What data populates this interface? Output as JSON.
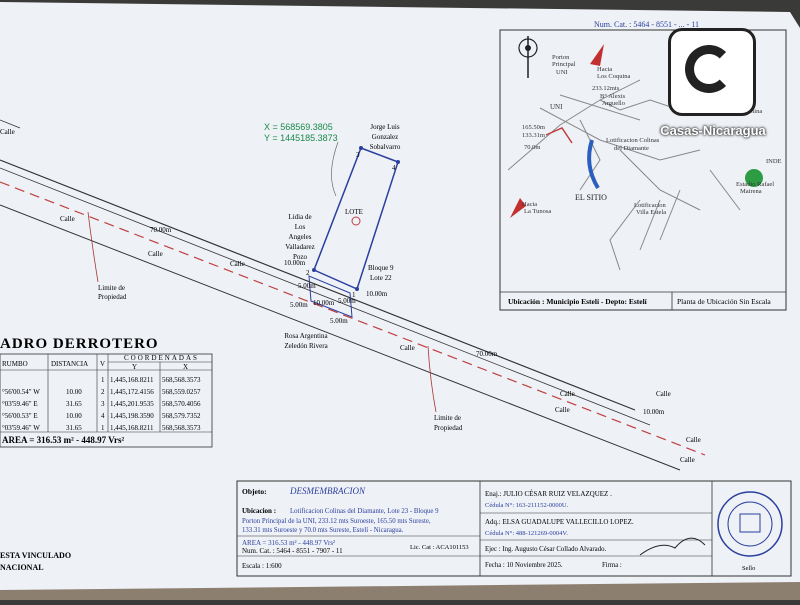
{
  "header": {
    "num_cat": "Num. Cat. : 5464 - 8551 - ... - 11"
  },
  "plan": {
    "coord_x": "X = 568569.3805",
    "coord_y": "Y = 1445185.3873",
    "owner_top": [
      "Jorge Luis",
      "Gonzalez",
      "Sobalvarro"
    ],
    "owner_left": [
      "Lidia de",
      "Los",
      "Angeles",
      "Valladarez",
      "Pozo"
    ],
    "owner_bottom": [
      "Rosa Argentina",
      "Zeledón Rivera"
    ],
    "lot_label": "LOTE",
    "block_label": [
      "Bloque 9",
      "Lote 22"
    ],
    "dims": {
      "d70a": "70.00m",
      "d70b": "70.00m",
      "d10a": "10.00m",
      "d10b": "10.00m",
      "d10c": "10.00m",
      "d10d": "10.00m",
      "d5a": "5.00m",
      "d5b": "5.00m",
      "d5c": "5.00m",
      "d5d": "5.00m"
    },
    "calle": "Calle",
    "limite": [
      "Limite de",
      "Propiedad"
    ],
    "vertices": [
      "1",
      "2",
      "3",
      "4"
    ]
  },
  "derrotero": {
    "title": "ADRO DERROTERO",
    "headers": {
      "rumbo": "RUMBO",
      "distancia": "DISTANCIA",
      "v": "V",
      "coordenadas": "COORDENADAS",
      "y": "Y",
      "x": "X"
    },
    "rows": [
      {
        "rumbo": "",
        "dist": "",
        "v": "1",
        "y": "1,445,168.8211",
        "x": "568,568.3573"
      },
      {
        "rumbo": "°56'00.54\" W",
        "dist": "10.00",
        "v": "2",
        "y": "1,445,172.4156",
        "x": "568,559.0257"
      },
      {
        "rumbo": "°03'59.46\" E",
        "dist": "31.65",
        "v": "3",
        "y": "1,445,201.9535",
        "x": "568,570.4056"
      },
      {
        "rumbo": "°56'00.53\" E",
        "dist": "10.00",
        "v": "4",
        "y": "1,445,198.3590",
        "x": "568,579.7352"
      },
      {
        "rumbo": "°03'59.46\" W",
        "dist": "31.65",
        "v": "1",
        "y": "1,445,168.8211",
        "x": "568,568.3573"
      }
    ],
    "area": "AREA = 316.53 m² - 448.97 Vrs²"
  },
  "left_note": [
    "ESTA VINCULADO",
    "NACIONAL"
  ],
  "map": {
    "labels": {
      "porton": [
        "Porton",
        "Principal",
        "UNI"
      ],
      "hacia_coquina": [
        "Hacia",
        "Los Coquina"
      ],
      "dist_233": "233.12mts",
      "barrio": [
        "B° Alexis",
        "Arguello"
      ],
      "uni": "UNI",
      "dist_165": "165.50m",
      "dist_133": "133.31m",
      "dist_70": "70.0m",
      "lotificacion": [
        "Lotificacion Colinas",
        "del Diamante"
      ],
      "el_sitio": "EL SITIO",
      "hacia_tunosa": [
        "Hacia",
        "La Tunosa"
      ],
      "lotificacion2": [
        "Lotificacion",
        "Villa Estela"
      ],
      "inde": "INDE",
      "estadio": [
        "Estadio Rafael",
        "Mairena"
      ],
      "la_mina": "La Mina"
    },
    "ubicacion": "Ubicación : Municipio Estelí - Depto: Estelí",
    "planta": "Planta de Ubicación Sin Escala"
  },
  "logo": {
    "text": "Casas-Nicaragua"
  },
  "info": {
    "objeto_label": "Objeto:",
    "objeto": "DESMEMBRACION",
    "ubicacion_label": "Ubicacion :",
    "ubicacion_lines": [
      "Lotificacion Colinas del Diamante, Lote 23 - Bloque 9",
      "Porton Principal de la UNI, 233.12 mts Suroeste, 165.50 mts Sureste,",
      "133.31 mts Suroeste y 70.0 mts Sureste, Estelí - Nicaragua."
    ],
    "area": "AREA = 316.53 m² - 448.97 Vrs²",
    "num_cat": "Num. Cat. : 5464 - 8551 - 7907 - 11",
    "lic_cat": "Lic. Cat : ACA101153",
    "escala": "Escala :      1:600",
    "enaj": "Enaj.: JULIO CÉSAR RUIZ VELAZQUEZ .",
    "enaj_ced": "Cédula N°: 163-211152-0000U.",
    "adq": "Adq.: ELSA GUADALUPE VALLECILLO LOPEZ.",
    "adq_ced": "Cédula N°: 488-121269-0004V.",
    "ejec": "Ejec : Ing. Augusto César Collado Alvarado.",
    "fecha": "Fecha :      10 Noviembre 2025.",
    "firma": "Firma :",
    "sello": "Sello"
  },
  "colors": {
    "paper": "#eef1f6",
    "blue": "#2a3f9e",
    "red": "#b23a3a"
  }
}
